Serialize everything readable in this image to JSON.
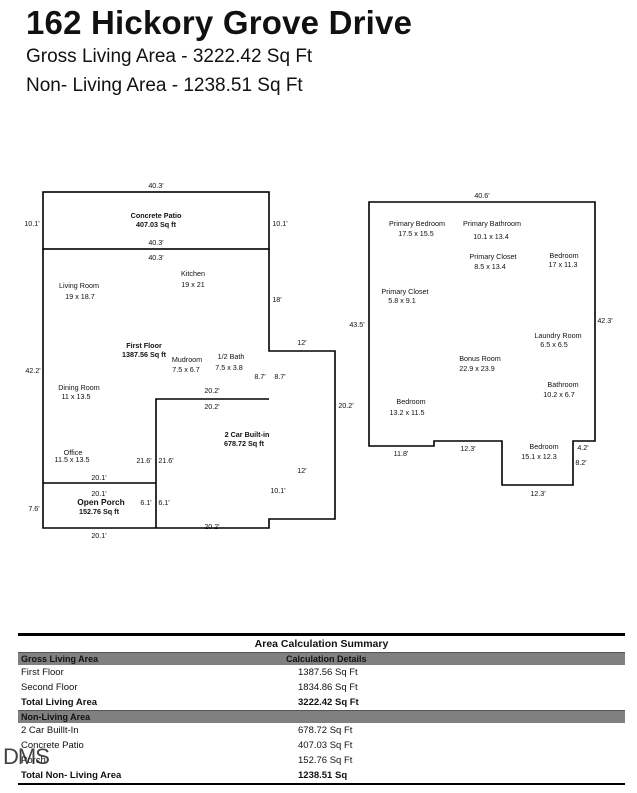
{
  "header": {
    "title": "162 Hickory Grove Drive",
    "gross_living": "Gross Living Area - 3222.42 Sq Ft",
    "non_living": "Non- Living Area - 1238.51 Sq Ft"
  },
  "floor1": {
    "dims": {
      "patio_top": "40.3'",
      "patio_left": "10.1'",
      "patio_right": "10.1'",
      "patio_bottom": "40.3'",
      "main_top": "40.3'",
      "main_left": "42.2'",
      "kitchen_right": "18'",
      "bath_a": "8.7'",
      "bath_b": "8.7'",
      "mid_a": "20.2'",
      "mid_b": "20.2'",
      "garage_top": "12'",
      "garage_right": "20.2'",
      "garage_inner": "12'",
      "garage_left_a": "21.6'",
      "garage_left_b": "21.6'",
      "garage_low": "10.1'",
      "garage_bottom": "20.2'",
      "porch_top_a": "20.1'",
      "porch_top_b": "20.1'",
      "porch_left": "7.6'",
      "porch_right_a": "6.1'",
      "porch_right_b": "6.1'",
      "porch_bottom": "20.1'"
    },
    "patio": {
      "name": "Concrete Patio",
      "area": "407.03 Sq ft"
    },
    "first_floor": {
      "name": "First Floor",
      "area": "1387.56 Sq ft"
    },
    "garage": {
      "name": "2 Car Built-in",
      "area": "678.72 Sq ft"
    },
    "porch": {
      "name": "Open Porch",
      "area": "152.76 Sq ft"
    },
    "rooms": [
      {
        "name": "Kitchen",
        "size": "19 x 21"
      },
      {
        "name": "Living Room",
        "size": "19 x 18.7"
      },
      {
        "name": "1/2 Bath",
        "size": "7.5 x 3.8"
      },
      {
        "name": "Mudroom",
        "size": "7.5 x 6.7"
      },
      {
        "name": "Dining Room",
        "size": "11 x 13.5"
      },
      {
        "name": "Office",
        "size": "11.5 x 13.5"
      }
    ]
  },
  "floor2": {
    "dims": {
      "top": "40.6'",
      "left": "43.5'",
      "right": "42.3'",
      "bottom_left": "11.8'",
      "step": "12.3'",
      "lower_bottom": "12.3'",
      "notch_a": "4.2'",
      "notch_b": "8.2'"
    },
    "rooms": [
      {
        "name": "Primary Bedroom",
        "size": "17.5 x 15.5"
      },
      {
        "name": "Primary Bathroom",
        "size": "10.1 x 13.4"
      },
      {
        "name": "Primary Closet",
        "size": "8.5 x 13.4"
      },
      {
        "name": "Bedroom",
        "size": "17 x 11.3"
      },
      {
        "name": "Primary Closet",
        "size": "5.8 x 9.1"
      },
      {
        "name": "Laundry Room",
        "size": "6.5 x 6.5"
      },
      {
        "name": "Bonus Room",
        "size": "22.9 x 23.9"
      },
      {
        "name": "Bathroom",
        "size": "10.2 x 6.7"
      },
      {
        "name": "Bedroom",
        "size": "13.2 x 11.5"
      },
      {
        "name": "Bedroom",
        "size": "15.1 x 12.3"
      }
    ]
  },
  "summary": {
    "title": "Area Calculation Summary",
    "gross_header": "Gross Living Area",
    "calc_header": "Calculation Details",
    "living_rows": [
      {
        "label": "First Floor",
        "value": "1387.56 Sq Ft"
      },
      {
        "label": "Second Floor",
        "value": "1834.86 Sq Ft"
      }
    ],
    "total_living": {
      "label": "Total Living Area",
      "value": "3222.42 Sq Ft"
    },
    "non_living_header": "Non-Living Area",
    "non_living_rows": [
      {
        "label": "2 Car Buillt-In",
        "value": "678.72 Sq Ft"
      },
      {
        "label": "Concrete Patio",
        "value": "407.03 Sq Ft"
      },
      {
        "label": "Porch",
        "value": "152.76 Sq Ft"
      }
    ],
    "total_non_living": {
      "label": "Total Non- Living Area",
      "value": "1238.51 Sq"
    }
  },
  "watermark": "DMS"
}
